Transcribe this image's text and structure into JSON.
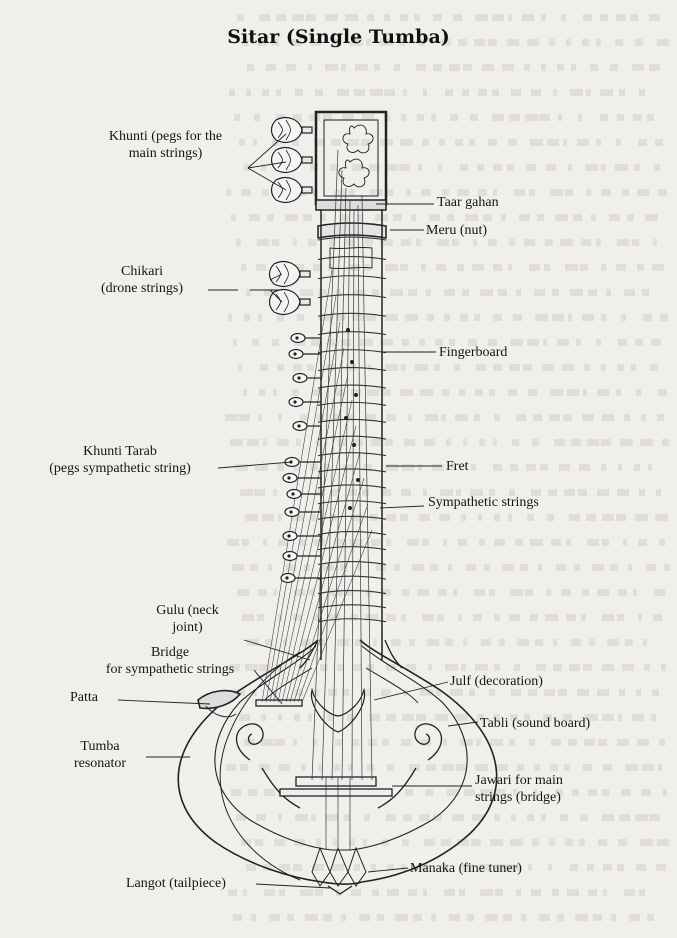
{
  "page": {
    "title": "Sitar (Single Tumba)",
    "background": "#f1efec",
    "ink": "#1b1b1b"
  },
  "labels": {
    "khunti": [
      "Khunti (pegs for the",
      "main strings)"
    ],
    "taar_gahan": "Taar gahan",
    "meru": "Meru (nut)",
    "chikari": [
      "Chikari",
      "(drone strings)"
    ],
    "fingerboard": "Fingerboard",
    "khunti_tarab": [
      "Khunti Tarab",
      "(pegs sympathetic string)"
    ],
    "fret": "Fret",
    "sympathetic_strings": "Sympathetic strings",
    "gulu": [
      "Gulu (neck",
      "joint)"
    ],
    "bridge_sympathetic": [
      "Bridge",
      "for sympathetic strings"
    ],
    "patta": "Patta",
    "julf": "Julf (decoration)",
    "tabli": "Tabli (sound board)",
    "tumba": [
      "Tumba",
      "resonator"
    ],
    "jawari": [
      "Jawari for main",
      "strings (bridge)"
    ],
    "manaka": "Manaka (fine tuner)",
    "langot": "Langot (tailpiece)"
  }
}
